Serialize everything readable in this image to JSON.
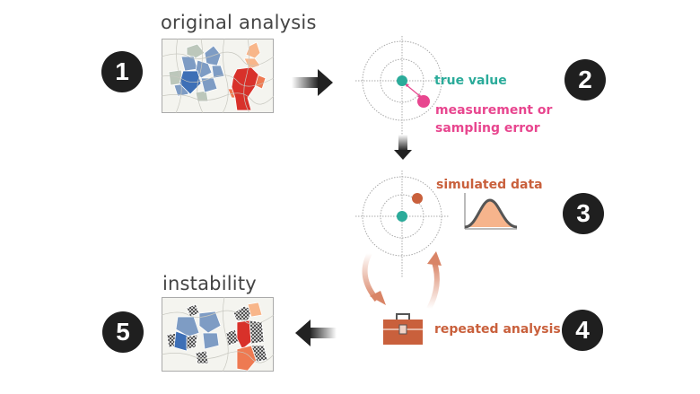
{
  "steps": [
    {
      "number": "1",
      "title": "original analysis"
    },
    {
      "number": "2",
      "true_value_label": "true value",
      "error_label_line1": "measurement or",
      "error_label_line2": "sampling error"
    },
    {
      "number": "3",
      "simulated_label": "simulated data"
    },
    {
      "number": "4",
      "repeated_label": "repeated analysis"
    },
    {
      "number": "5",
      "title": "instability"
    }
  ],
  "colors": {
    "teal": "#2bab9a",
    "pink": "#e8468f",
    "rust": "#c9603c",
    "badge": "#1f1f1f",
    "map_blue_dark": "#3d6fb6",
    "map_blue_light": "#7e9cc4",
    "map_red": "#d8312a",
    "map_orange": "#ee7a52",
    "map_peach": "#f8b68a",
    "map_gray_green": "#bcc7bb"
  },
  "icons": {
    "arrow_right": "arrow-right-icon",
    "arrow_down": "arrow-down-icon",
    "arrow_left": "arrow-left-icon",
    "cycle": "cycle-arrows-icon",
    "toolbox": "toolbox-icon",
    "distribution": "normal-distribution-icon",
    "target": "target-icon"
  }
}
